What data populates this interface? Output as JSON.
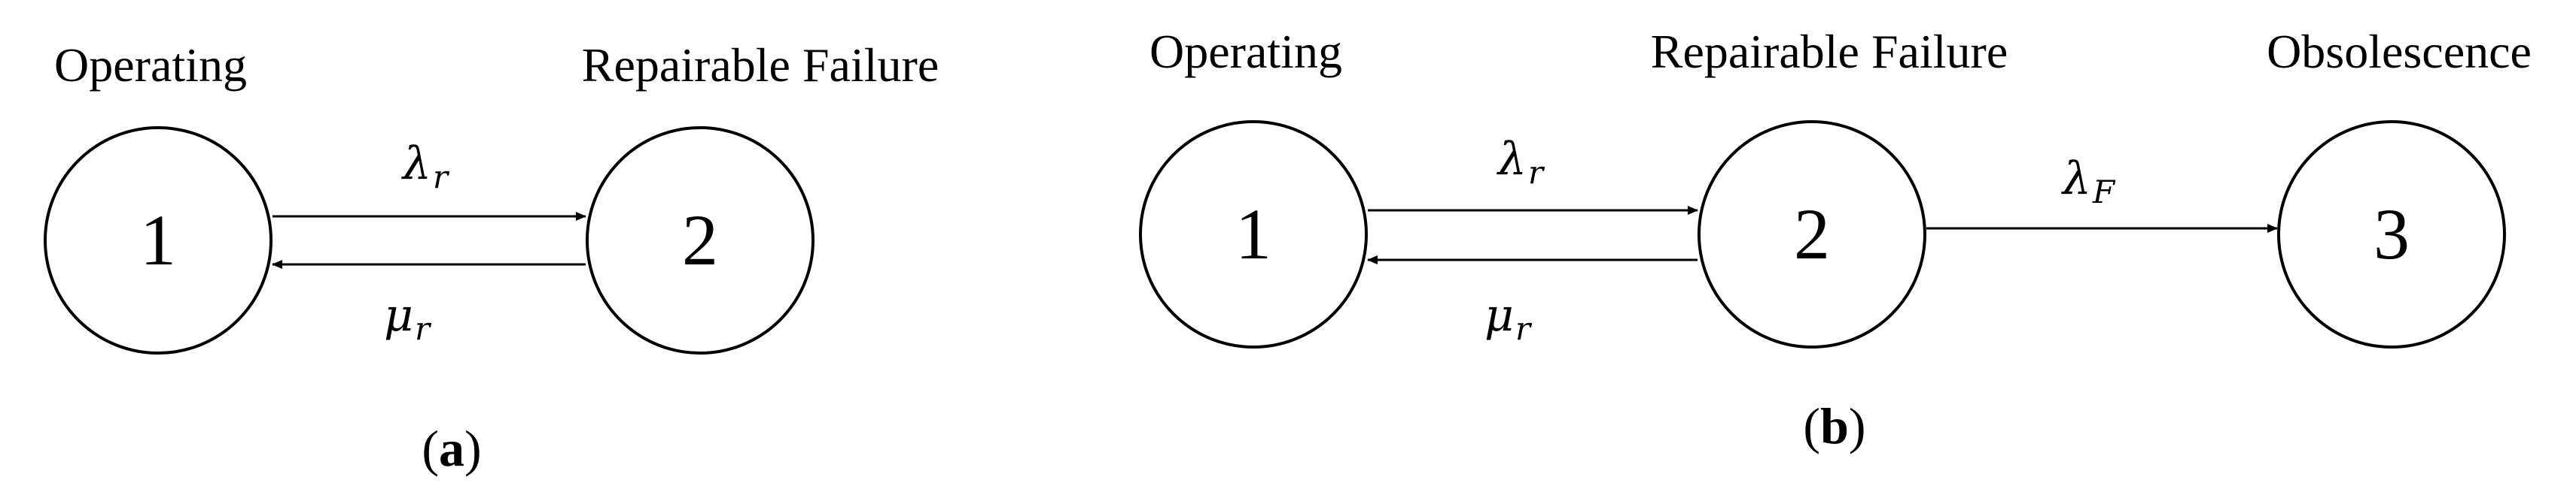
{
  "panels": [
    {
      "tag": "a",
      "states": [
        {
          "number": "1",
          "label": "Operating"
        },
        {
          "number": "2",
          "label": "Repairable Failure"
        }
      ],
      "transitions": [
        {
          "from": "1",
          "to": "2",
          "symbol": "λ",
          "subscript": "r"
        },
        {
          "from": "2",
          "to": "1",
          "symbol": "μ",
          "subscript": "r"
        }
      ]
    },
    {
      "tag": "b",
      "states": [
        {
          "number": "1",
          "label": "Operating"
        },
        {
          "number": "2",
          "label": "Repairable Failure"
        },
        {
          "number": "3",
          "label": "Obsolescence"
        }
      ],
      "transitions": [
        {
          "from": "1",
          "to": "2",
          "symbol": "λ",
          "subscript": "r"
        },
        {
          "from": "2",
          "to": "1",
          "symbol": "μ",
          "subscript": "r"
        },
        {
          "from": "2",
          "to": "3",
          "symbol": "λ",
          "subscript": "F"
        }
      ]
    }
  ]
}
